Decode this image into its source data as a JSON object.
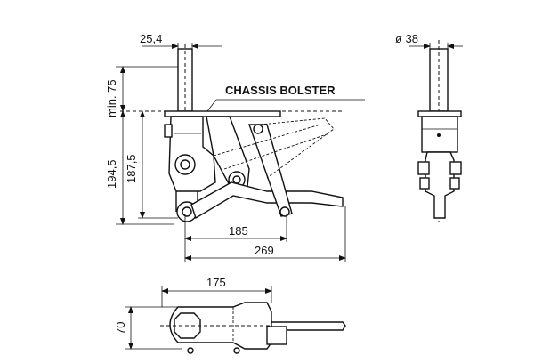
{
  "labels": {
    "chassis": "CHASSIS BOLSTER",
    "dim_top": "25,4",
    "dim_min": "min. 75",
    "dim_1945": "194,5",
    "dim_1875": "187,5",
    "dim_185": "185",
    "dim_269": "269",
    "dim_dia": "ø 38",
    "dim_175": "175",
    "dim_70": "70"
  }
}
